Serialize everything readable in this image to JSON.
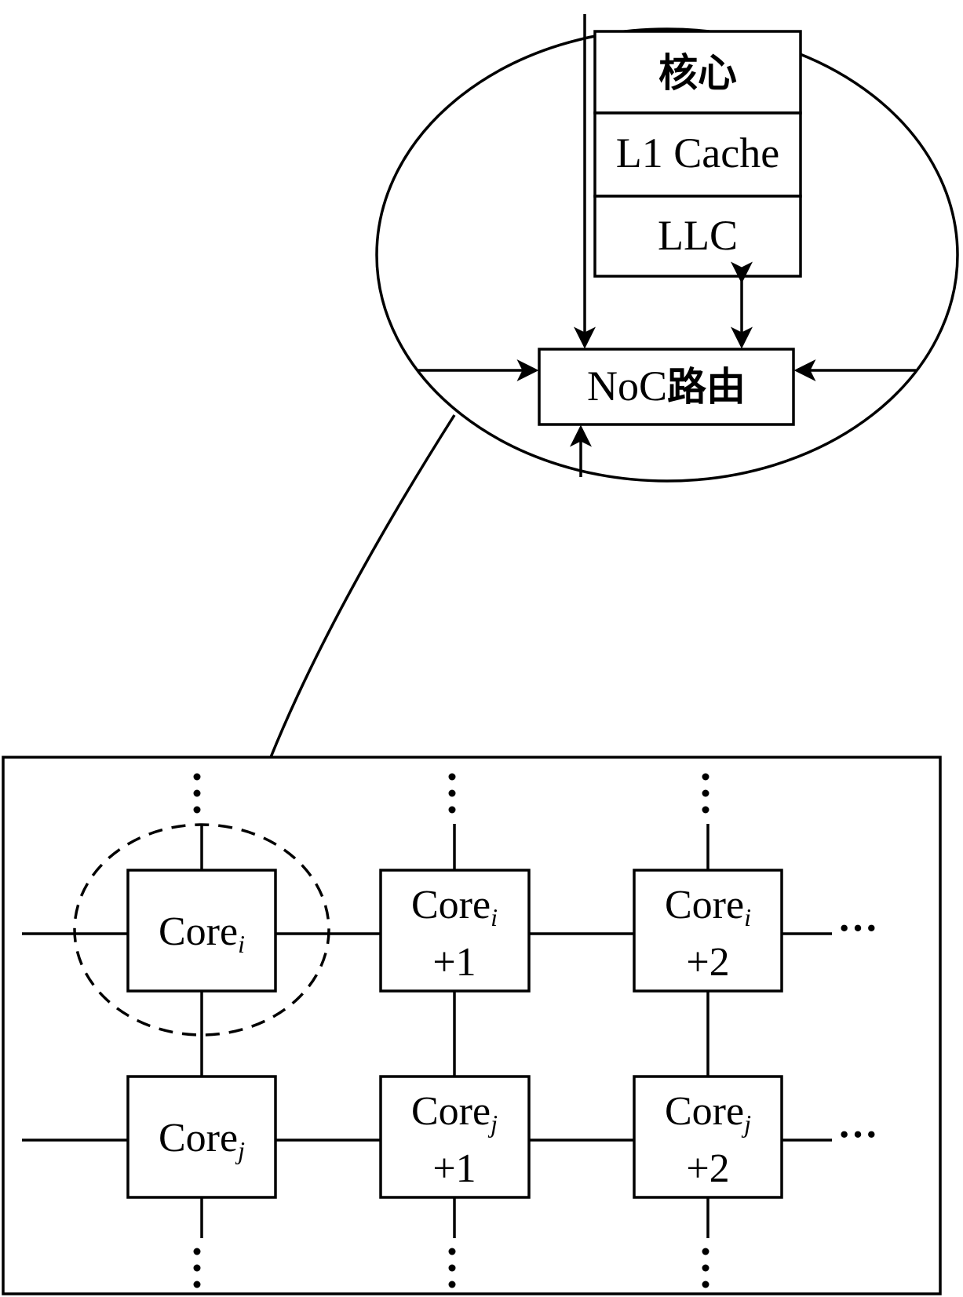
{
  "zoom": {
    "core_label": "核心",
    "l1_label": "L1 Cache",
    "llc_label": "LLC",
    "router_latin": "NoC",
    "router_cjk": "路由"
  },
  "grid": {
    "core_word": "Core",
    "row1_sub": "i",
    "row2_sub": "j",
    "plus1": "+1",
    "plus2": "+2",
    "ellipsis": "···"
  }
}
